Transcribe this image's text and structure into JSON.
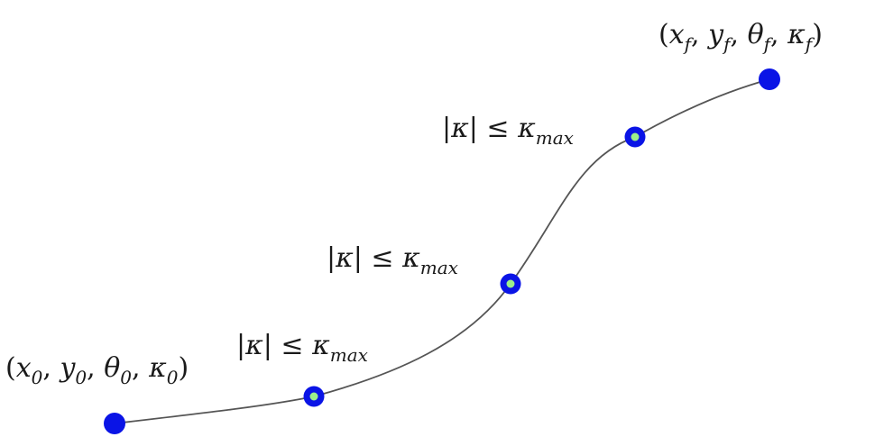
{
  "diagram": {
    "colors": {
      "curve": "#555555",
      "endpoint": "#0a14e6",
      "waypoint_ring": "#0a14e6",
      "waypoint_center": "#9cf08a",
      "text": "#1a1a1a"
    },
    "start_label": {
      "open": "(",
      "v1": "x",
      "s1": "0",
      "sep1": ", ",
      "v2": "y",
      "s2": "0",
      "sep2": ", ",
      "v3": "θ",
      "s3": "0",
      "sep3": ", ",
      "v4": "κ",
      "s4": "0",
      "close": ")"
    },
    "end_label": {
      "open": "(",
      "v1": "x",
      "s1": "f",
      "sep1": ", ",
      "v2": "y",
      "s2": "f",
      "sep2": ", ",
      "v3": "θ",
      "s3": "f",
      "sep3": ", ",
      "v4": "κ",
      "s4": "f",
      "close": ")"
    },
    "constraint_labels": [
      {
        "lhs": "|κ|",
        "op": " ≤ ",
        "var": "κ",
        "sub": "max"
      },
      {
        "lhs": "|κ|",
        "op": " ≤ ",
        "var": "κ",
        "sub": "max"
      },
      {
        "lhs": "|κ|",
        "op": " ≤ ",
        "var": "κ",
        "sub": "max"
      }
    ],
    "nodes": [
      {
        "kind": "endpoint"
      },
      {
        "kind": "waypoint"
      },
      {
        "kind": "waypoint"
      },
      {
        "kind": "waypoint"
      },
      {
        "kind": "endpoint"
      }
    ]
  }
}
